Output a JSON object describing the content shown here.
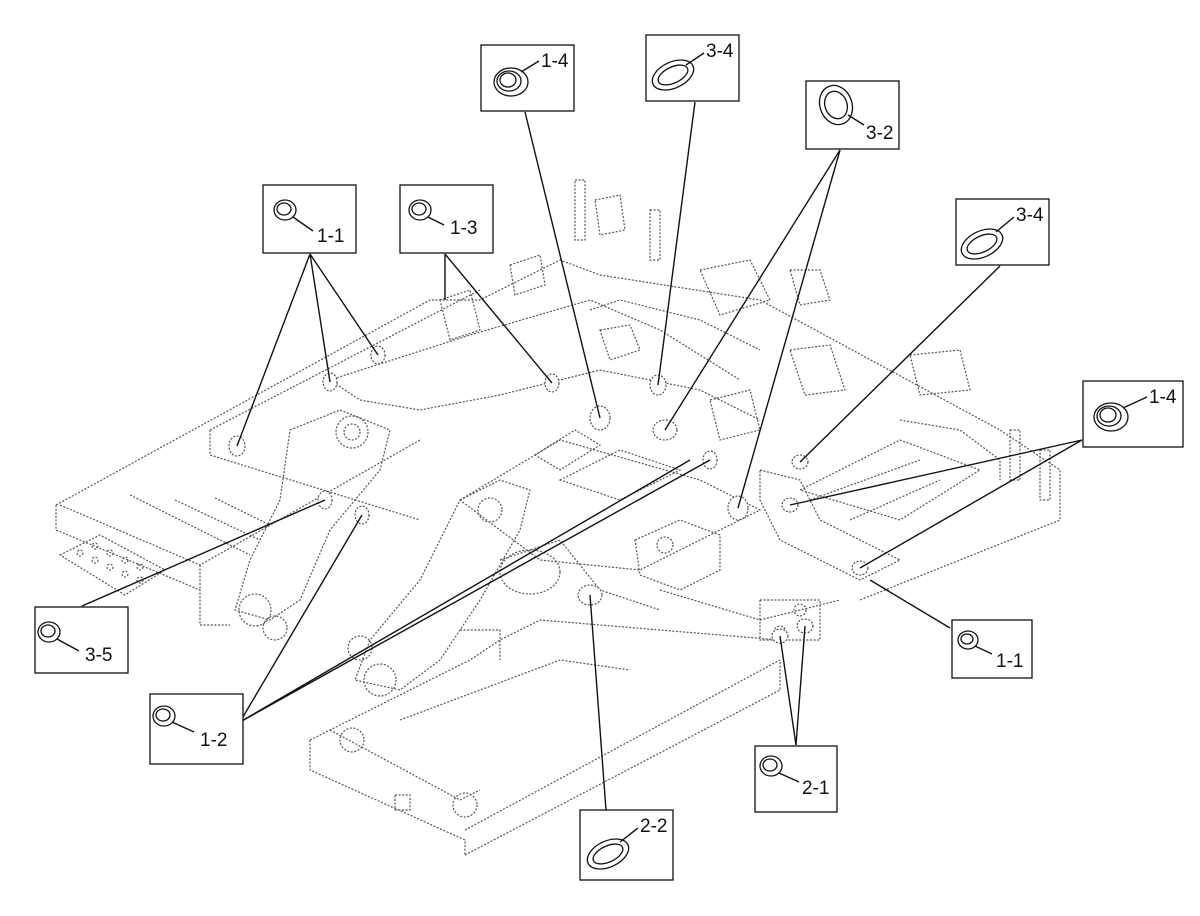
{
  "callouts": [
    {
      "id": "c-1-4-top",
      "label": "1-4",
      "icon": "ring-grommet-icon"
    },
    {
      "id": "c-3-4-top",
      "label": "3-4",
      "icon": "oval-grommet-icon"
    },
    {
      "id": "c-3-2",
      "label": "3-2",
      "icon": "oval-grommet-icon"
    },
    {
      "id": "c-1-1-left",
      "label": "1-1",
      "icon": "ring-grommet-icon"
    },
    {
      "id": "c-1-3",
      "label": "1-3",
      "icon": "ring-grommet-icon"
    },
    {
      "id": "c-3-4-right",
      "label": "3-4",
      "icon": "oval-grommet-icon"
    },
    {
      "id": "c-1-4-right",
      "label": "1-4",
      "icon": "ring-grommet-icon"
    },
    {
      "id": "c-3-5",
      "label": "3-5",
      "icon": "ring-grommet-icon"
    },
    {
      "id": "c-1-1-right",
      "label": "1-1",
      "icon": "ring-grommet-icon"
    },
    {
      "id": "c-1-2",
      "label": "1-2",
      "icon": "ring-grommet-icon"
    },
    {
      "id": "c-2-1",
      "label": "2-1",
      "icon": "ring-grommet-icon"
    },
    {
      "id": "c-2-2",
      "label": "2-2",
      "icon": "oval-grommet-icon"
    }
  ]
}
